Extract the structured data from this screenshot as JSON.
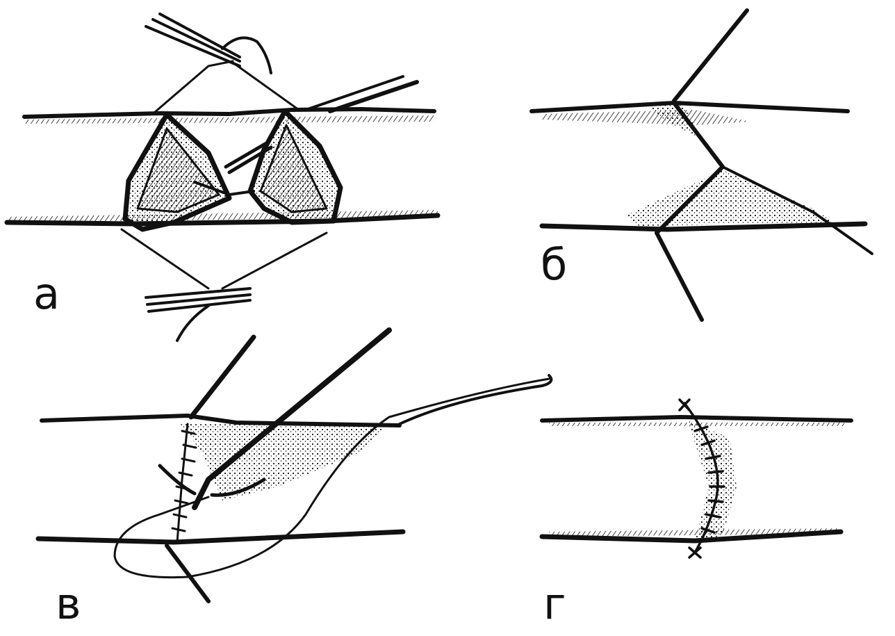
{
  "colors": {
    "ink": "#111111",
    "background": "#ffffff"
  },
  "panels": [
    {
      "id": "a",
      "label": "а"
    },
    {
      "id": "b",
      "label": "б"
    },
    {
      "id": "v",
      "label": "в"
    },
    {
      "id": "g",
      "label": "г"
    }
  ]
}
